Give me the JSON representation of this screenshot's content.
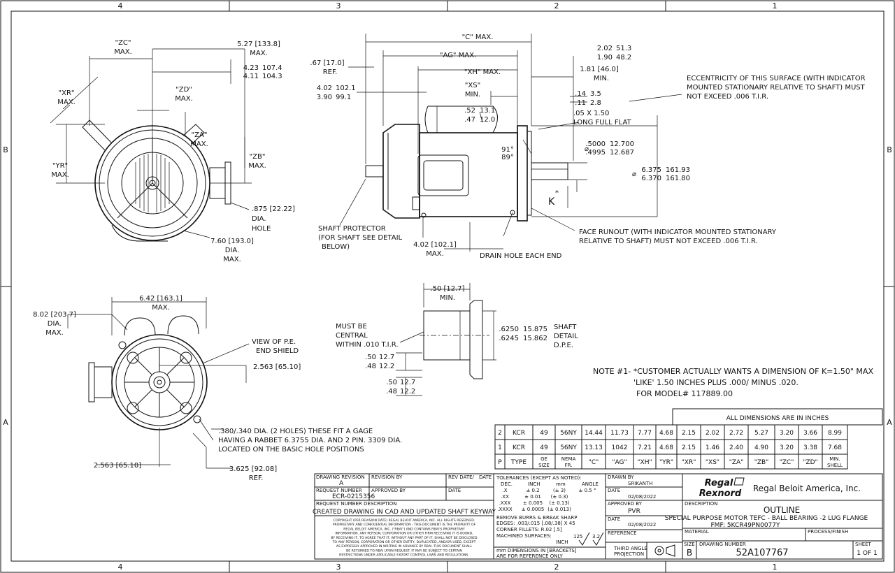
{
  "zones": {
    "top": [
      "4",
      "3",
      "2",
      "1"
    ],
    "side": [
      "B",
      "A"
    ]
  },
  "views": {
    "front": {
      "zc": "\"ZC\"",
      "max": "MAX.",
      "d527": "5.27 [133.8]",
      "d423": "4.23",
      "d423m": "107.4",
      "d411": "4.11",
      "d411m": "104.3",
      "zd": "\"ZD\"",
      "xr": "\"XR\"",
      "za": "\"ZA\"",
      "zb": "\"ZB\"",
      "yr": "\"YR\"",
      "d875": ".875 [22.22]",
      "dia": "DIA.",
      "hole": "HOLE",
      "d760": "7.60 [193.0]"
    },
    "side": {
      "c": "\"C\" MAX.",
      "ag": "\"AG\" MAX.",
      "xh": "\"XH\" MAX.",
      "xs": "\"XS\"",
      "min": "MIN.",
      "d67": ".67 [17.0]",
      "ref": "REF.",
      "d402": "4.02",
      "d402m": "102.1",
      "d390": "3.90",
      "d390m": "99.1",
      "d202": "2.02",
      "d202m": "51.3",
      "d190": "1.90",
      "d190m": "48.2",
      "d181": "1.81 [46.0]",
      "d14": ".14",
      "d14m": "3.5",
      "d11": ".11",
      "d11m": "2.8",
      "d52": ".52",
      "d52m": "13.1",
      "d47": ".47",
      "d47m": "12.0",
      "key": ".05 X 1.50",
      "flat": "LONG FULL FLAT",
      "a91": "91°",
      "a89": "89°",
      "d5000": ".5000",
      "d5000m": "12.700",
      "d4995": ".4995",
      "d4995m": "12.687",
      "d6375": "6.375",
      "d6375m": "161.93",
      "d6370": "6.370",
      "d6370m": "161.80",
      "k": "K",
      "kstar": "*",
      "ecc1": "ECCENTRICITY OF THIS SURFACE (WITH INDICATOR",
      "ecc2": "MOUNTED STATIONARY RELATIVE TO SHAFT) MUST",
      "ecc3": "NOT EXCEED .006 T.I.R.",
      "face1": "FACE RUNOUT (WITH INDICATOR MOUNTED STATIONARY",
      "face2": "RELATIVE TO SHAFT) MUST NOT EXCEED .006 T.I.R.",
      "sp1": "SHAFT PROTECTOR",
      "sp2": "(FOR SHAFT SEE DETAIL",
      "sp3": "BELOW)",
      "d402b": "4.02 [102.1]",
      "drain": "DRAIN HOLE EACH END"
    },
    "rear": {
      "d642": "6.42 [163.1]",
      "max": "MAX.",
      "d802": "8.02 [203.7]",
      "dia": "DIA.",
      "view1": "VIEW OF P.E.",
      "view2": "END SHIELD",
      "d2563": "2.563 [65.10]",
      "holes1": ".380/.340 DIA. (2 HOLES) THESE FIT A GAGE",
      "holes2": "HAVING A RABBET 6.3755 DIA. AND 2 PIN. 3309 DIA.",
      "holes3": "LOCATED ON THE BASIC HOLE POSITIONS",
      "d2563b": "2.563 [65.10]",
      "d3625": "3.625 [92.08]",
      "ref": "REF."
    },
    "detail": {
      "d50": ".50 [12.7]",
      "min": "MIN.",
      "must1": "MUST BE",
      "must2": "CENTRAL",
      "must3": "WITHIN .010 T.I.R.",
      "d6250": ".6250",
      "d6250m": "15.875",
      "d6245": ".6245",
      "d6245m": "15.862",
      "sd1": "SHAFT",
      "sd2": "DETAIL",
      "sd3": "D.P.E.",
      "d50a": ".50",
      "d50am": "12.7",
      "d48a": ".48",
      "d48am": "12.2"
    }
  },
  "note": {
    "line1": "NOTE #1- *CUSTOMER ACTUALLY WANTS A DIMENSION OF K=1.50\" MAX",
    "line2": "'LIKE' 1.50 INCHES PLUS .000/ MINUS .020.",
    "line3": "FOR MODEL# 117889.00"
  },
  "dim_table": {
    "title": "ALL DIMENSIONS ARE IN INCHES",
    "rows": [
      [
        "2",
        "KCR",
        "49",
        "56NY",
        "14.44",
        "11.73",
        "7.77",
        "4.68",
        "2.15",
        "2.02",
        "2.72",
        "5.27",
        "3.20",
        "3.66",
        "8.99"
      ],
      [
        "1",
        "KCR",
        "49",
        "56NY",
        "13.13",
        "1042",
        "7.21",
        "4.68",
        "2.15",
        "1.46",
        "2.40",
        "4.90",
        "3.20",
        "3.38",
        "7.68"
      ]
    ],
    "header": [
      "P",
      "TYPE",
      "GE\nSIZE",
      "NEMA\nFR.",
      "\"C\"",
      "\"AG\"",
      "\"XH\"",
      "\"YR\"",
      "\"XR\"",
      "\"XS\"",
      "\"ZA\"",
      "\"ZB\"",
      "\"ZC\"",
      "\"ZD\"",
      "MIN.\nSHELL"
    ]
  },
  "title_block": {
    "drawing_revision_label": "DRAWING REVISION",
    "drawing_revision": "A",
    "revision_by_label": "REVISION BY",
    "rev_date_label": "REV DATE/",
    "date_label": "DATE",
    "request_number_label": "REQUEST NUMBER",
    "request_number": "ECR-0215356",
    "approved_by_label": "APPROVED BY",
    "date2_label": "DATE",
    "request_desc_label": "REQUEST NUMBER DESCRIPTION",
    "request_desc": "CREATED DRAWING IN CAD AND UPDATED SHAFT KEYWAY",
    "copyright": [
      "COPYRIGHT (PER REVISION DATE) REGAL BELOIT AMERICA, INC. ALL RIGHTS RESERVED.",
      "PROPRIETARY AND CONFIDENTIAL INFORMATION - THIS DOCUMENT IS THE PROPERTY OF",
      "REGAL BELOIT AMERICA, INC. (\"RBAI\") AND CONTAINS RBAI'S PROPRIETARY",
      "INFORMATION. ANY PERSON, CORPORATION OR OTHER FIRM RECEIVING IT IS BOUND,",
      "BY RECEIVING IT, TO AGREE THAT IT, WITHOUT ANY PART OF IT, SHALL NOT BE DISCLOSED",
      "TO ANY PERSON, CORPORATION OR OTHER ENTITY, DUPLICATED, AND/OR USED, EXCEPT",
      "AS EXPRESSLY APPROVED IN WRITING IN ADVANCE BY RBAI. THIS DOCUMENT SHALL",
      "BE RETURNED TO RBAI UPON REQUEST. IT MAY BE SUBJECT TO CERTAIN",
      "RESTRICTIONS UNDER APPLICABLE EXPORT CONTROL LAWS AND REGULATIONS."
    ],
    "tol_label": "TOLERANCES (EXCEPT AS NOTED):",
    "tol_dec": "DEC.",
    "tol_inch": "INCH",
    "tol_mm": "mm",
    "tol_angle": "ANGLE",
    "tol_rows": [
      [
        ".X",
        "± 0.2",
        "(± 3)",
        "± 0.5 °"
      ],
      [
        ".XX",
        "± 0.01",
        "(± 0.3)",
        ""
      ],
      [
        ".XXX",
        "± 0.005",
        "(± 0.13)",
        ""
      ],
      [
        ".XXXX",
        "± 0.0005",
        "(± 0.013)",
        ""
      ]
    ],
    "burrs": "REMOVE BURRS & BREAK SHARP",
    "edges": "EDGES: .003/.015 [.08/.38] X 45",
    "fillets": "CORNER FILLETS: R.02 [.5]",
    "machined": "MACHINED SURFACES:",
    "inch": "INCH",
    "r125": "125",
    "r32": "3.2",
    "mm_note1": "mm DIMENSIONS IN [BRACKETS]",
    "mm_note2": "ARE FOR REFERENCE ONLY",
    "drawn_by_label": "DRAWN BY",
    "drawn_by": "SRIKANTH",
    "date_a_label": "DATE",
    "date_a": "02/08/2022",
    "approved_label": "APPROVED BY",
    "approved": "PVR",
    "date_b_label": "DATE",
    "date_b": "02/08/2022",
    "reference_label": "REFERENCE",
    "third_angle1": "THIRD ANGLE",
    "third_angle2": "PROJECTION",
    "logo_top": "Regal",
    "logo_bottom": "Rexnord",
    "company": "Regal Beloit America, Inc.",
    "description_label": "DESCRIPTION",
    "desc_title": "OUTLINE",
    "desc_line1": "SPECIAL PURPOSE MOTOR TEFC - BALL BEARING -2 LUG FLANGE",
    "desc_line2": "FMF: 5KCR49PN0077Y",
    "material_label": "MATERIAL",
    "process_label": "PROCESS/FINISH",
    "size_label": "SIZE",
    "size": "B",
    "drawing_number_label": "DRAWING NUMBER",
    "drawing_number": "52A107767",
    "sheet_label": "SHEET",
    "sheet": "1 OF 1"
  }
}
